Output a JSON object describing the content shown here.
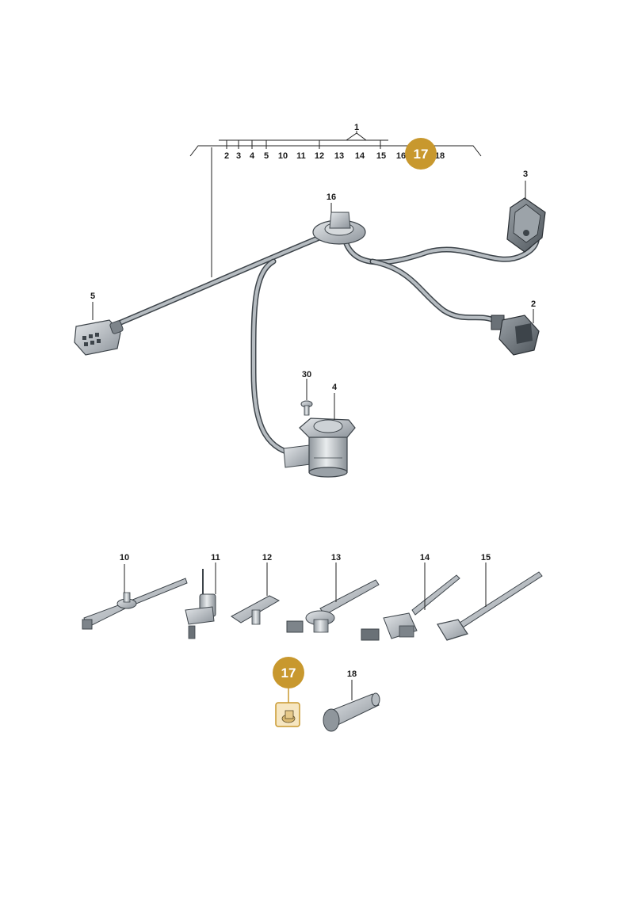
{
  "diagram": {
    "bracket_labels": [
      "2",
      "3",
      "4",
      "5",
      "10",
      "11",
      "12",
      "13",
      "14",
      "15",
      "16",
      "18"
    ],
    "callouts": {
      "main": "1",
      "harness_5": "5",
      "grommet_16": "16",
      "connector_3": "3",
      "connector_2": "2",
      "screw_30": "30",
      "actuator_4": "4",
      "tie_10": "10",
      "clip_11": "11",
      "clip_12": "12",
      "tie_13": "13",
      "tie_14": "14",
      "tie_15": "15",
      "plug_18": "18"
    },
    "highlight": {
      "label": "17",
      "color": "#c8982e"
    }
  }
}
